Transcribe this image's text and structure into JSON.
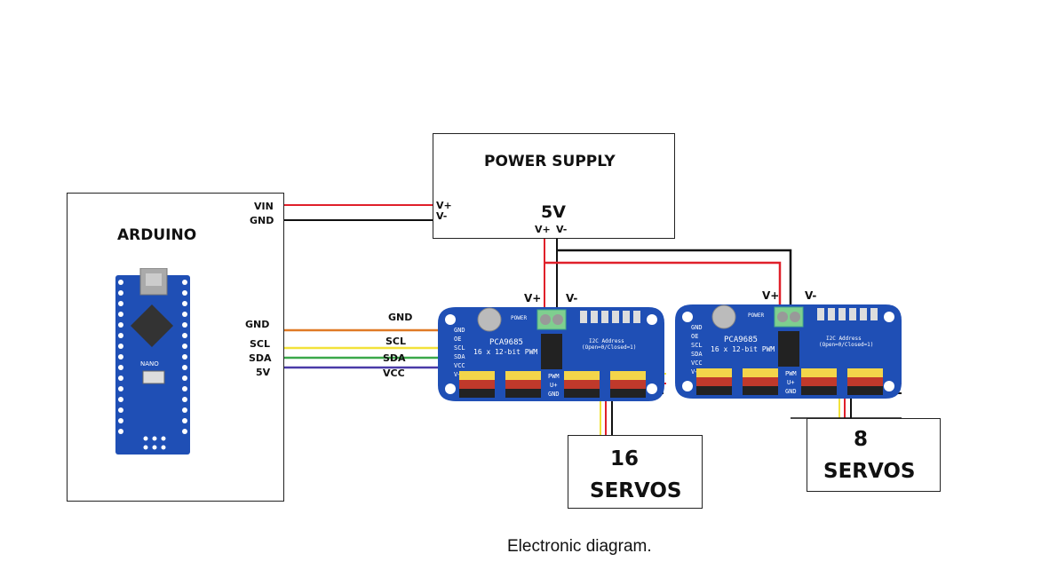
{
  "arduino": {
    "title": "ARDUINO",
    "board_label": "NANO",
    "power_pins": [
      "VIN",
      "GND"
    ],
    "signal_pins": [
      "GND",
      "SCL",
      "SDA",
      "5V"
    ]
  },
  "power_supply": {
    "title": "POWER SUPPLY",
    "voltage": "5V",
    "left_terminals": [
      "V+",
      "V-"
    ],
    "bottom_terminals": [
      "V+",
      "V-"
    ]
  },
  "pca_board_1": {
    "chip": "PCA9685",
    "subtitle": "16 x 12-bit PWM",
    "terminal_labels": [
      "V+",
      "V-"
    ],
    "input_labels": [
      "GND",
      "SCL",
      "SDA",
      "VCC"
    ],
    "pin_labels": [
      "GND",
      "OE",
      "SCL",
      "SDA",
      "VCC",
      "V+"
    ],
    "row_labels": [
      "PWM",
      "U+",
      "GND"
    ],
    "address_text": "I2C Address",
    "address_sub": "(Open=0/Closed=1)",
    "power_text": "POWER"
  },
  "pca_board_2": {
    "chip": "PCA9685",
    "subtitle": "16 x 12-bit PWM",
    "terminal_labels": [
      "V+",
      "V-"
    ],
    "pin_labels": [
      "GND",
      "OE",
      "SCL",
      "SDA",
      "VCC",
      "V+"
    ],
    "row_labels": [
      "PWM",
      "U+",
      "GND"
    ],
    "address_text": "I2C Address",
    "address_sub": "(Open=0/Closed=1)",
    "power_text": "POWER"
  },
  "servos_1": {
    "count": "16",
    "label": "SERVOS"
  },
  "servos_2": {
    "count": "8",
    "label": "SERVOS"
  },
  "wire_colors": {
    "power_pos": "#e0202a",
    "power_neg": "#111111",
    "gnd": "#e07a26",
    "scl": "#f2e23a",
    "sda": "#3aa84a",
    "vcc": "#4a3aa8"
  },
  "caption": "Electronic diagram."
}
